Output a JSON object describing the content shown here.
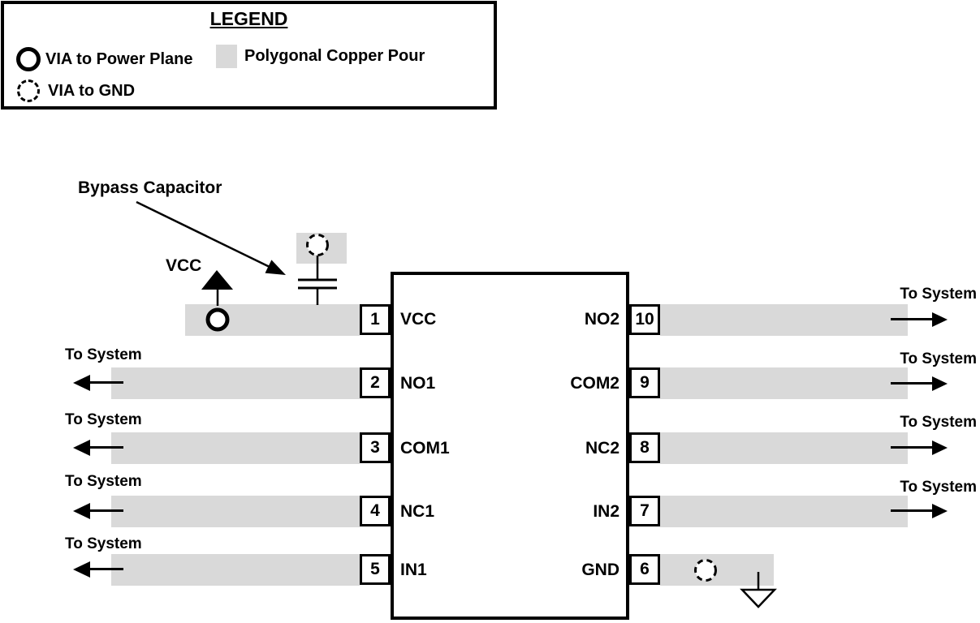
{
  "legend": {
    "title": "LEGEND",
    "items": [
      {
        "icon": "via-power-icon",
        "label": "VIA to Power Plane"
      },
      {
        "icon": "via-gnd-icon",
        "label": "VIA to GND"
      },
      {
        "icon": "copper-pour-swatch",
        "label": "Polygonal Copper Pour"
      }
    ]
  },
  "annotations": {
    "bypass_capacitor": "Bypass Capacitor",
    "vcc": "VCC",
    "to_system": "To System"
  },
  "ic": {
    "left_pins": [
      {
        "number": "1",
        "name": "VCC"
      },
      {
        "number": "2",
        "name": "NO1"
      },
      {
        "number": "3",
        "name": "COM1"
      },
      {
        "number": "4",
        "name": "NC1"
      },
      {
        "number": "5",
        "name": "IN1"
      }
    ],
    "right_pins": [
      {
        "number": "10",
        "name": "NO2"
      },
      {
        "number": "9",
        "name": "COM2"
      },
      {
        "number": "8",
        "name": "NC2"
      },
      {
        "number": "7",
        "name": "IN2"
      },
      {
        "number": "6",
        "name": "GND"
      }
    ]
  },
  "colors": {
    "copper_pour": "#d9d9d9",
    "line": "#000000",
    "background": "#ffffff"
  }
}
